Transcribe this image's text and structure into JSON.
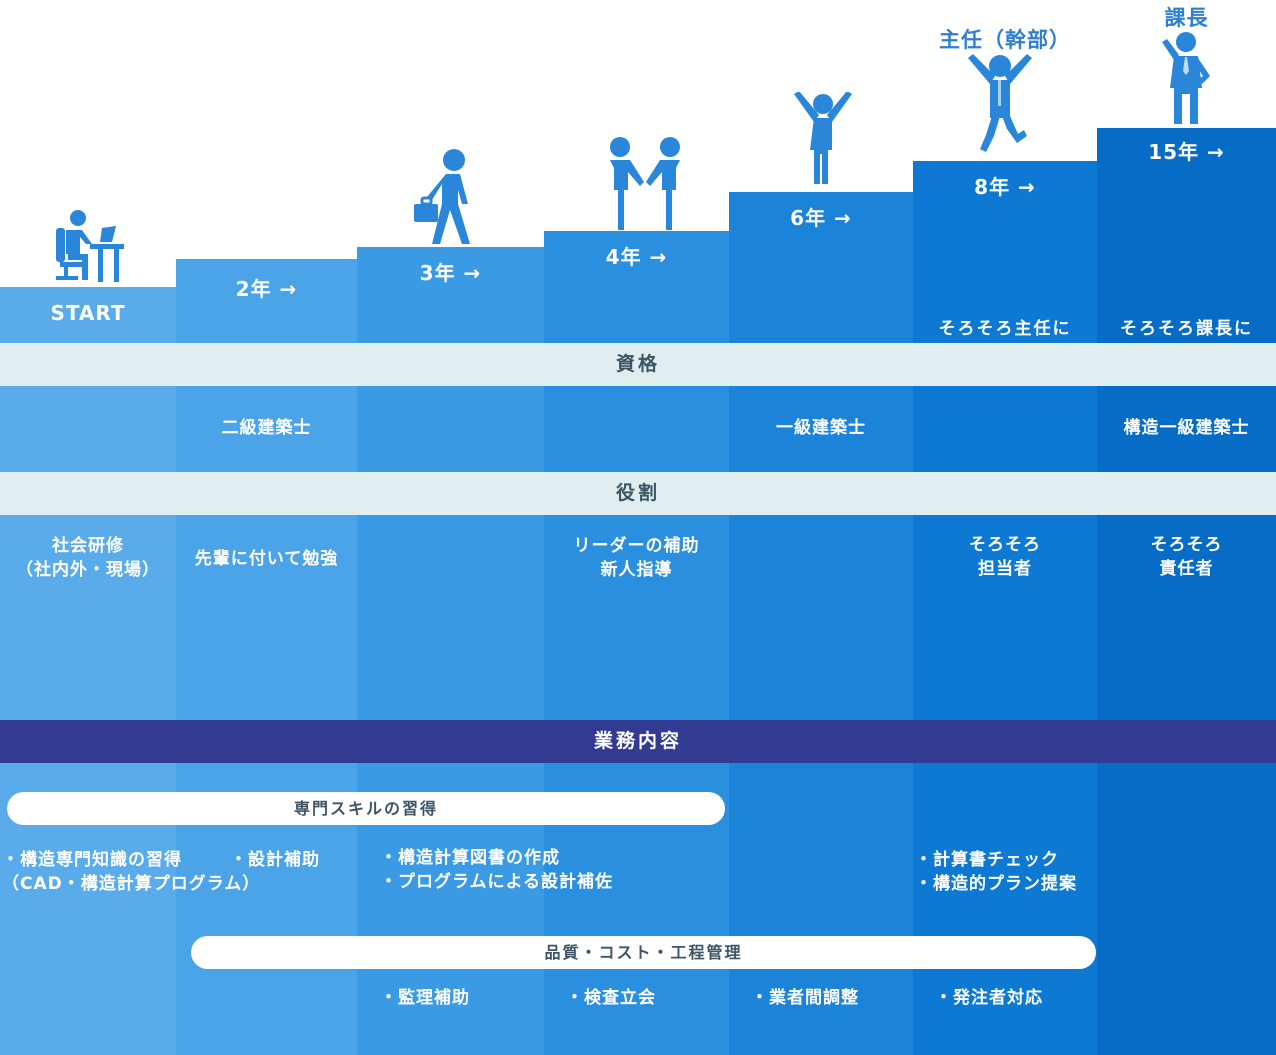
{
  "steps": [
    {
      "year": "START"
    },
    {
      "year": "2年 →"
    },
    {
      "year": "3年 →"
    },
    {
      "year": "4年 →"
    },
    {
      "year": "6年 →"
    },
    {
      "year": "8年 →",
      "note": "そろそろ主任に"
    },
    {
      "year": "15年 →",
      "note": "そろそろ課長に"
    }
  ],
  "titles": {
    "chief": "主任（幹部）",
    "manager": "課長"
  },
  "sections": {
    "qualification": "資格",
    "role": "役割",
    "work": "業務内容"
  },
  "qualifications": [
    "",
    "二級建築士",
    "",
    "",
    "一級建築士",
    "",
    "構造一級建築士"
  ],
  "roles": {
    "r0a": "社会研修",
    "r0b": "（社内外・現場）",
    "r1": "先輩に付いて勉強",
    "r3a": "リーダーの補助",
    "r3b": "新人指導",
    "r5a": "そろそろ",
    "r5b": "担当者",
    "r6a": "そろそろ",
    "r6b": "責任者"
  },
  "work": {
    "pill_skill": "専門スキルの習得",
    "t0a": "・構造専門知識の習得",
    "t0b": "（CAD・構造計算プログラム）",
    "t1": "・設計補助",
    "t2a": "・構造計算図書の作成",
    "t2b": "・プログラムによる設計補佐",
    "t5a": "・計算書チェック",
    "t5b": "・構造的プラン提案",
    "pill_quality": "品質・コスト・工程管理",
    "b2": "・監理補助",
    "b3": "・検査立会",
    "b4": "・業者間調整",
    "b5": "・発注者対応"
  },
  "colors": {
    "col0": "#5aabe9",
    "col6": "#076cc5",
    "band_light": "#e1eef0",
    "band_dark": "#333a92",
    "icon": "#2a86d8"
  },
  "icons": [
    "desk-worker-icon",
    "walking-businessman-icon",
    "handshake-icon",
    "arms-raised-icon",
    "jumping-person-icon",
    "standing-manager-icon"
  ]
}
